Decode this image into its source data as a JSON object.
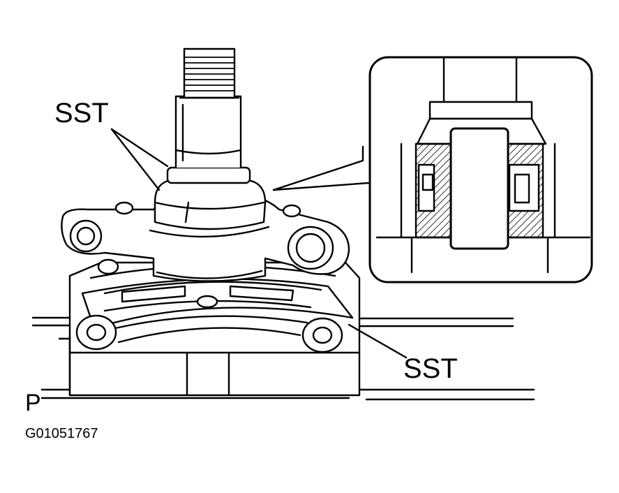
{
  "labels": {
    "sst_top": "SST",
    "sst_bottom": "SST",
    "press_marker": "P",
    "figure_code": "G01051767"
  },
  "colors": {
    "ink": "#000000",
    "paper": "#ffffff",
    "shade": "#dcdcdc"
  }
}
